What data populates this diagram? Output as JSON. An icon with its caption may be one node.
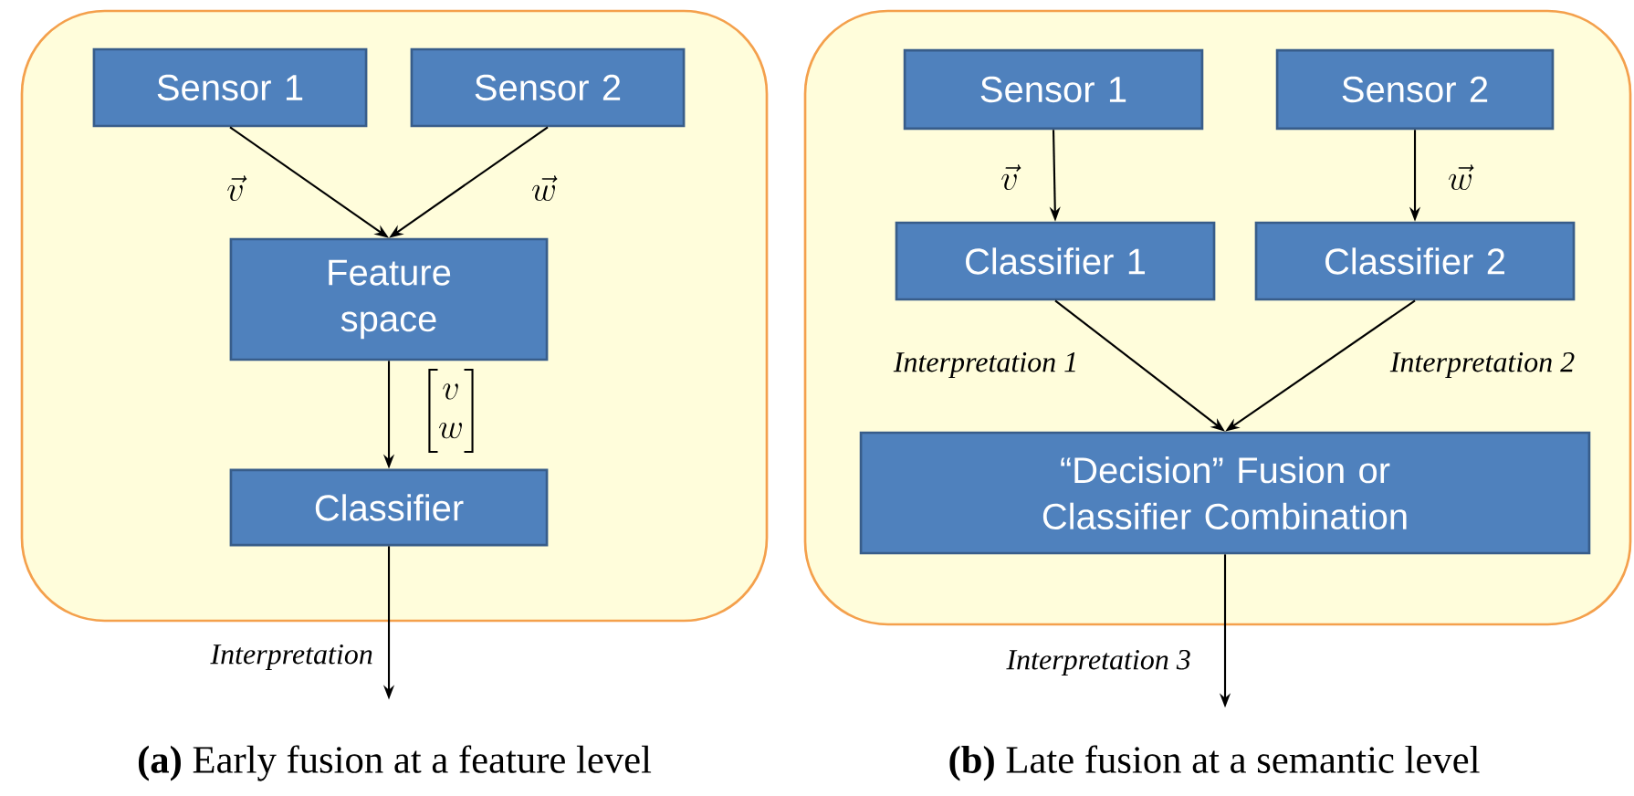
{
  "diagram": {
    "nodes": [
      {
        "text": [],
        "shape": "box"
      },
      {
        "text": [
          "Sensor 1"
        ],
        "in": 0
      },
      {
        "text": [
          "Sensor 2"
        ],
        "in": 0
      },
      {
        "text": [
          "Feature space"
        ],
        "in": 0
      },
      {
        "text": [
          "Classifier"
        ],
        "in": 0
      },
      {
        "text": [],
        "shape": "box"
      },
      {
        "text": [
          "Sensor 1"
        ],
        "in": 5
      },
      {
        "text": [
          "Sensor 2"
        ],
        "in": 5
      },
      {
        "text": [
          "Classifier 1"
        ],
        "in": 5
      },
      {
        "text": [
          "Classifier 2"
        ],
        "in": 5
      },
      {
        "text": [
          "“Decision” Fusion or Classifier Combination"
        ],
        "in": 5
      }
    ],
    "edges": [
      {
        "from": 1,
        "to": 3,
        "arrow": "to",
        "label": "\\vec{v}"
      },
      {
        "from": 2,
        "to": 3,
        "arrow": "to",
        "label": "\\vec{w}"
      },
      {
        "from": 3,
        "to": 4,
        "arrow": "to",
        "label": "\\begin{bmatrix} v \\\\ w \\end{bmatrix}"
      },
      {
        "from": 4,
        "to": null,
        "arrow": "to",
        "label": "Interpretation"
      },
      {
        "from": 6,
        "to": 8,
        "arrow": "to",
        "label": "\\vec{v}"
      },
      {
        "from": 7,
        "to": 9,
        "arrow": "to",
        "label": "\\vec{w}"
      },
      {
        "from": 8,
        "to": 10,
        "arrow": "to",
        "label": "Interpretation 1"
      },
      {
        "from": 9,
        "to": 10,
        "arrow": "to",
        "label": "Interpretation 2"
      },
      {
        "from": 10,
        "to": null,
        "arrow": "to",
        "label": "Interpretation 3"
      }
    ],
    "labels": [
      "**(a)** Early fusion at a feature level",
      "**(b)** Late fusion at a semantic level"
    ]
  }
}
